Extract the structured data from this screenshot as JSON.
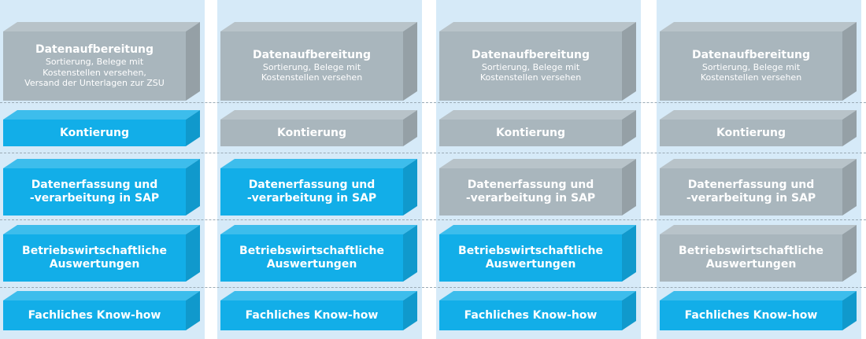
{
  "colors": {
    "column_bg": "#d6eaf8",
    "active_fill": "#12aee8",
    "inactive_fill": "#a9b6bd",
    "divider": "#9aaab5",
    "text": "#ffffff"
  },
  "columns": [
    {
      "boxes": [
        {
          "title": "Datenaufbereitung",
          "subtitle": "Sortierung, Belege mit\nKostenstellen versehen,\nVersand der Unterlagen zur ZSU",
          "active": false
        },
        {
          "title": "Kontierung",
          "subtitle": "",
          "active": true
        },
        {
          "title": "Datenerfassung und\n-verarbeitung in SAP",
          "subtitle": "",
          "active": true
        },
        {
          "title": "Betriebswirtschaftliche\nAuswertungen",
          "subtitle": "",
          "active": true
        },
        {
          "title": "Fachliches Know-how",
          "subtitle": "",
          "active": true
        }
      ]
    },
    {
      "boxes": [
        {
          "title": "Datenaufbereitung",
          "subtitle": "Sortierung, Belege mit\nKostenstellen versehen",
          "active": false
        },
        {
          "title": "Kontierung",
          "subtitle": "",
          "active": false
        },
        {
          "title": "Datenerfassung und\n-verarbeitung in SAP",
          "subtitle": "",
          "active": true
        },
        {
          "title": "Betriebswirtschaftliche\nAuswertungen",
          "subtitle": "",
          "active": true
        },
        {
          "title": "Fachliches Know-how",
          "subtitle": "",
          "active": true
        }
      ]
    },
    {
      "boxes": [
        {
          "title": "Datenaufbereitung",
          "subtitle": "Sortierung, Belege mit\nKostenstellen versehen",
          "active": false
        },
        {
          "title": "Kontierung",
          "subtitle": "",
          "active": false
        },
        {
          "title": "Datenerfassung und\n-verarbeitung in SAP",
          "subtitle": "",
          "active": false
        },
        {
          "title": "Betriebswirtschaftliche\nAuswertungen",
          "subtitle": "",
          "active": true
        },
        {
          "title": "Fachliches Know-how",
          "subtitle": "",
          "active": true
        }
      ]
    },
    {
      "boxes": [
        {
          "title": "Datenaufbereitung",
          "subtitle": "Sortierung, Belege mit\nKostenstellen versehen",
          "active": false
        },
        {
          "title": "Kontierung",
          "subtitle": "",
          "active": false
        },
        {
          "title": "Datenerfassung und\n-verarbeitung in SAP",
          "subtitle": "",
          "active": false
        },
        {
          "title": "Betriebswirtschaftliche\nAuswertungen",
          "subtitle": "",
          "active": false
        },
        {
          "title": "Fachliches Know-how",
          "subtitle": "",
          "active": true
        }
      ]
    }
  ]
}
